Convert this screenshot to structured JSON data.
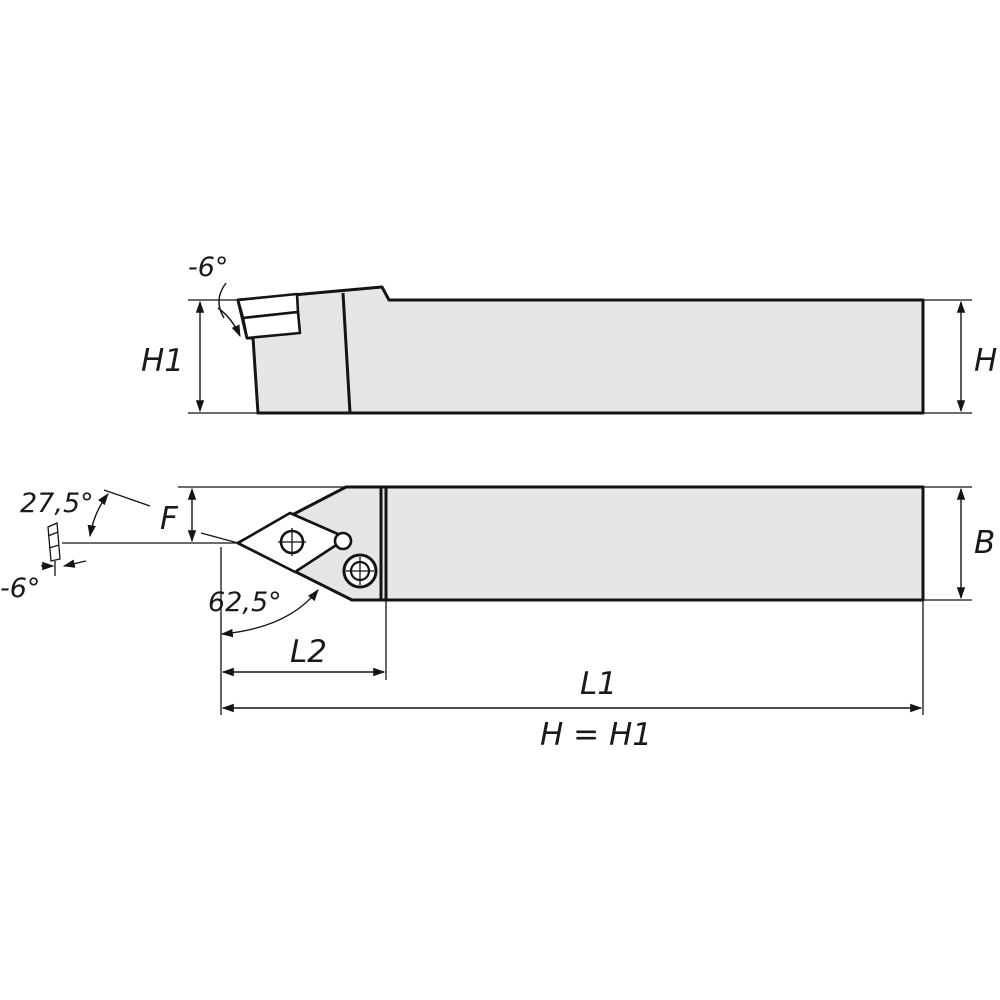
{
  "labels": {
    "side_rake_angle": "-6°",
    "h1": "H1",
    "h": "H",
    "approach_angle_top": "27,5°",
    "f": "F",
    "b": "B",
    "inclination_angle": "-6°",
    "lead_angle": "62,5°",
    "l2": "L2",
    "l1": "L1",
    "note": "H = H1"
  }
}
